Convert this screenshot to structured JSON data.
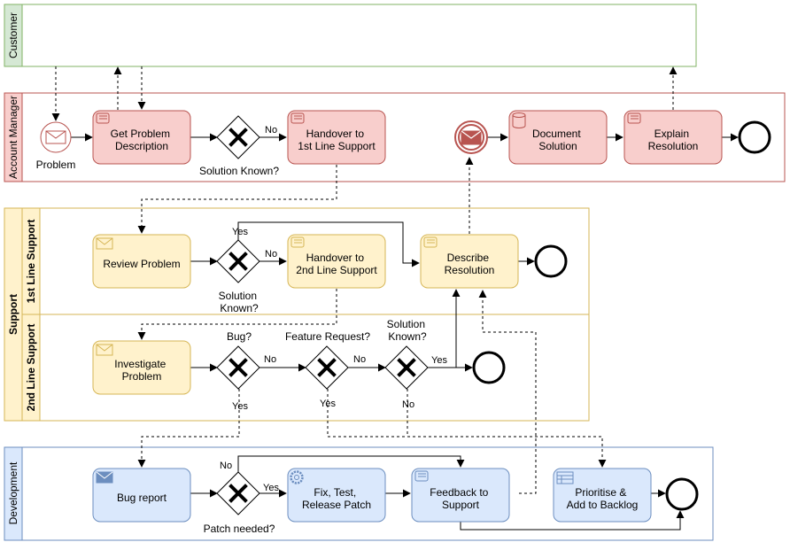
{
  "pools": {
    "customer": {
      "label": "Customer"
    },
    "account_manager": {
      "label": "Account Manager"
    },
    "support": {
      "label": "Support"
    },
    "development": {
      "label": "Development"
    }
  },
  "lanes": {
    "first_line": {
      "label": "1st Line Support"
    },
    "second_line": {
      "label": "2nd Line Support"
    }
  },
  "tasks": {
    "get_problem": [
      "Get Problem",
      "Description"
    ],
    "handover_1st": [
      "Handover to",
      "1st Line Support"
    ],
    "document": [
      "Document",
      "Solution"
    ],
    "explain": [
      "Explain",
      "Resolution"
    ],
    "review": [
      "Review Problem"
    ],
    "handover_2nd": [
      "Handover to",
      "2nd Line Support"
    ],
    "describe": [
      "Describe",
      "Resolution"
    ],
    "investigate": [
      "Investigate",
      "Problem"
    ],
    "bug_report": [
      "Bug report"
    ],
    "fix": [
      "Fix, Test,",
      "Release Patch"
    ],
    "feedback": [
      "Feedback to",
      "Support"
    ],
    "prioritise": [
      "Prioritise &",
      "Add to Backlog"
    ]
  },
  "events": {
    "problem": "Problem"
  },
  "gateways": {
    "solution_known_am": [
      "Solution Known?"
    ],
    "solution_known_1st": [
      "Solution",
      "Known?"
    ],
    "bug": [
      "Bug?"
    ],
    "feature_request": [
      "Feature Request?"
    ],
    "solution_known_2nd": [
      "Solution",
      "Known?"
    ],
    "patch_needed": [
      "Patch needed?"
    ]
  },
  "flow_labels": {
    "yes": "Yes",
    "no": "No"
  },
  "colors": {
    "customer_stroke": "#82b366",
    "customer_fill": "#d5e8d4",
    "am_stroke": "#b85450",
    "am_fill": "#f8cecc",
    "support_stroke": "#d6b656",
    "support_fill": "#fff2cc",
    "dev_stroke": "#6c8ebf",
    "dev_fill": "#dae8fc"
  }
}
